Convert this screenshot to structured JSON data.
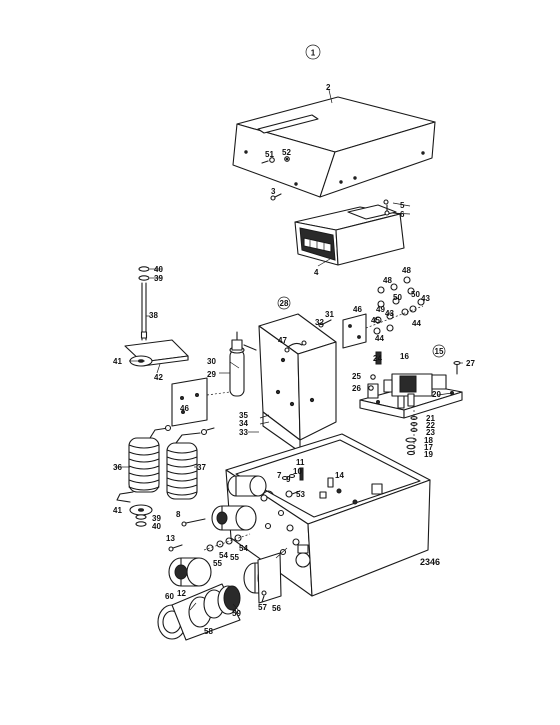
{
  "figure_number": "1",
  "drawing_reference": "2346",
  "part_numbers": {
    "p2": "2",
    "p3": "3",
    "p4": "4",
    "p5": "5",
    "p6": "6",
    "p7": "7",
    "p8": "8",
    "p9": "9",
    "p10": "10",
    "p11": "11",
    "p12": "12",
    "p13": "13",
    "p14": "14",
    "p15": "15",
    "p16": "16",
    "p17": "17",
    "p18": "18",
    "p19": "19",
    "p20": "20",
    "p21": "21",
    "p22": "22",
    "p23": "23",
    "p24": "24",
    "p25": "25",
    "p26": "26",
    "p27": "27",
    "p28": "28",
    "p29": "29",
    "p30": "30",
    "p31": "31",
    "p32": "32",
    "p33": "33",
    "p34": "34",
    "p35": "35",
    "p36": "36",
    "p37": "37",
    "p38": "38",
    "p39a": "39",
    "p39b": "39",
    "p40a": "40",
    "p40b": "40",
    "p41a": "41",
    "p41b": "41",
    "p42": "42",
    "p43a": "43",
    "p43b": "43",
    "p44a": "44",
    "p44b": "44",
    "p45": "45",
    "p46a": "46",
    "p46b": "46",
    "p47": "47",
    "p48a": "48",
    "p48b": "48",
    "p49": "49",
    "p50a": "50",
    "p50b": "50",
    "p51": "51",
    "p52": "52",
    "p53": "53",
    "p54a": "54",
    "p54b": "54",
    "p55a": "55",
    "p55b": "55",
    "p56": "56",
    "p57": "57",
    "p58": "58",
    "p59": "59",
    "p60": "60"
  }
}
